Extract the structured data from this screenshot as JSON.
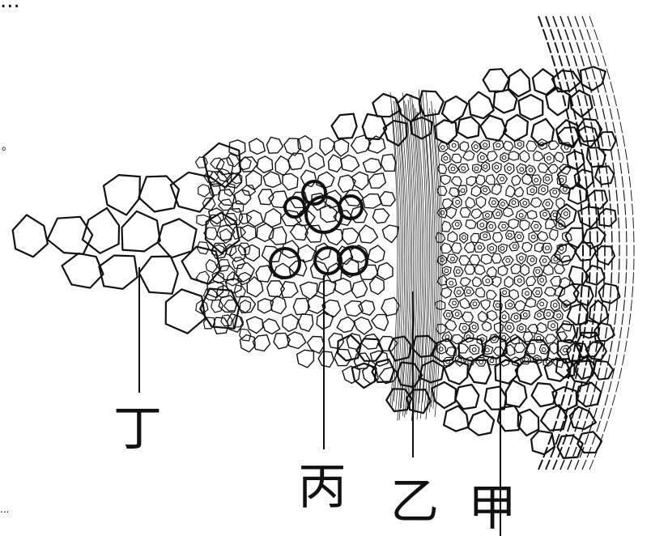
{
  "header": {
    "cut_text": "..."
  },
  "margin_marks": {
    "left_mark": "。",
    "bottom_left_mark": "..."
  },
  "labels": {
    "ding": "丁",
    "bing": "丙",
    "yi": "乙",
    "jia": "甲"
  },
  "colors": {
    "ink": "#111111",
    "background": "#ffffff"
  }
}
